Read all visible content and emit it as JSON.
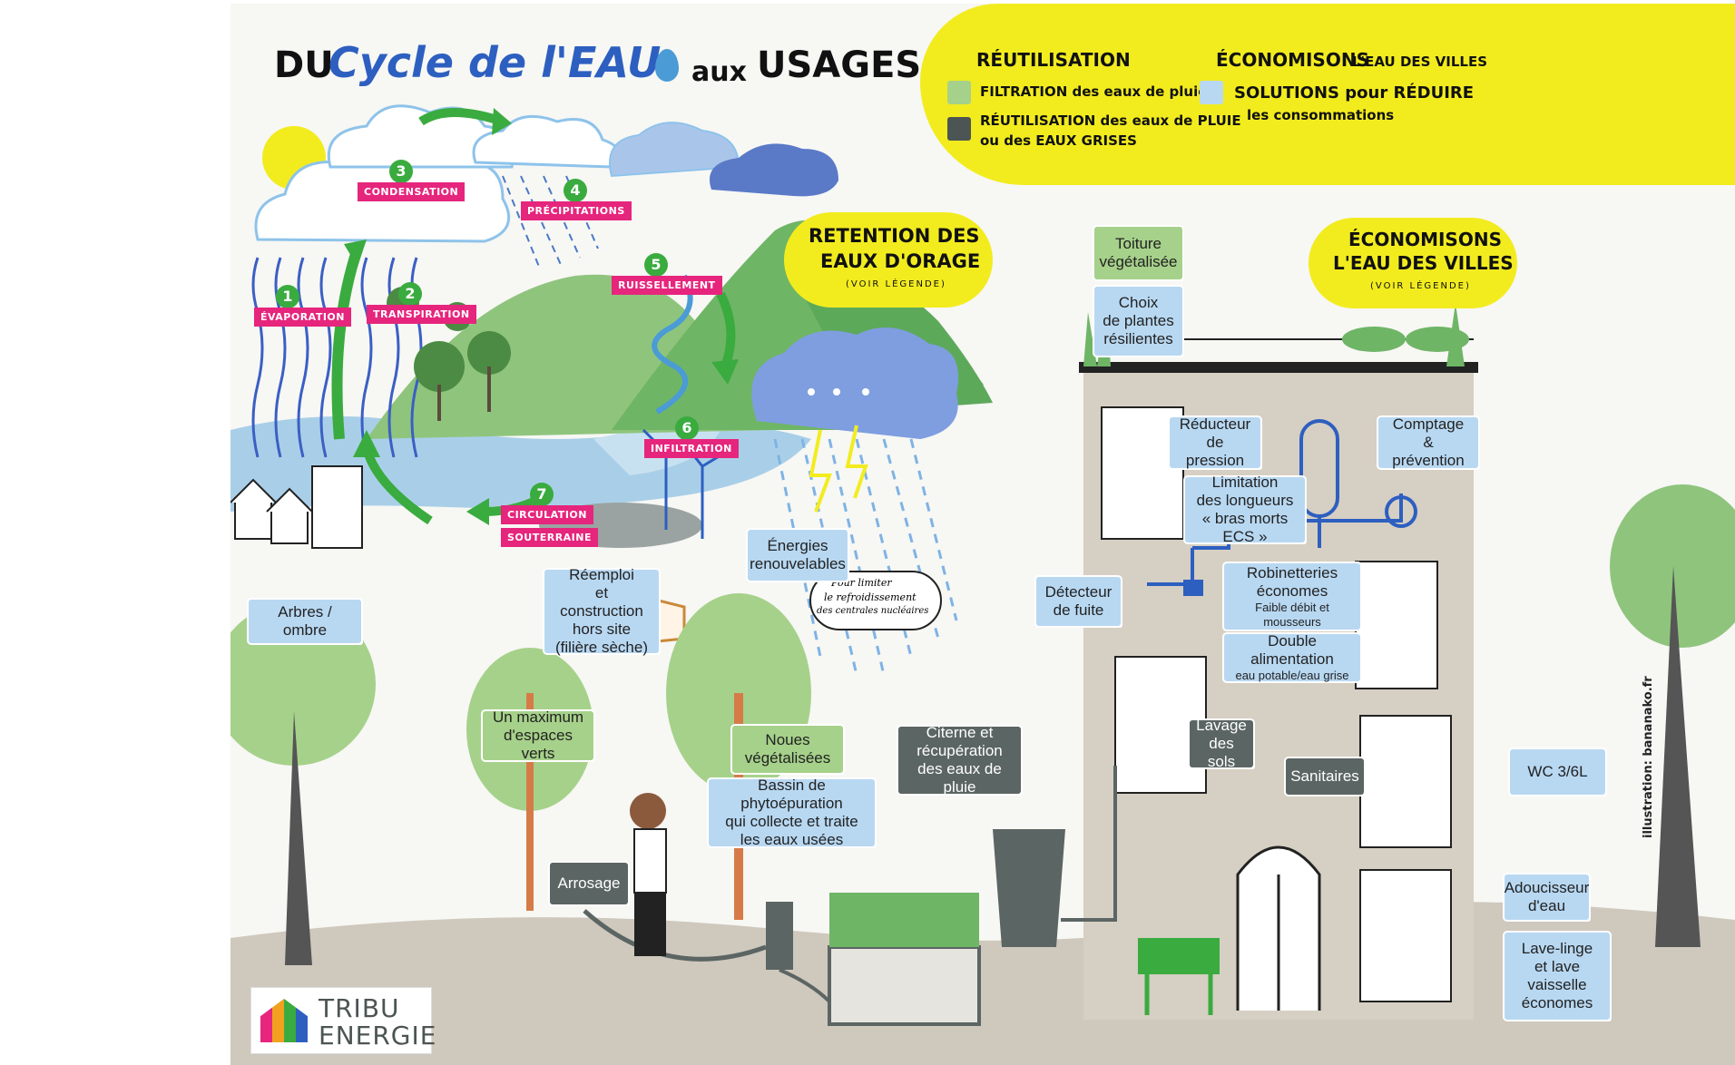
{
  "title": {
    "part1": "DU",
    "part2": "Cycle de l'EAU",
    "part3": "aux",
    "part4": "USAGES BÂTIMENT"
  },
  "legend": {
    "reutilisation": {
      "heading": "RÉUTILISATION",
      "item1": "FILTRATION des eaux de pluie",
      "item2_line1": "RÉUTILISATION des eaux de PLUIE",
      "item2_line2": "ou des EAUX GRISES"
    },
    "economisons": {
      "heading_bold": "ÉCONOMISONS",
      "heading_rest": "L'EAU DES VILLES",
      "item1_line1": "SOLUTIONS pour RÉDUIRE",
      "item1_line2": "les consommations"
    },
    "colors": {
      "green": "#a6d18a",
      "dark": "#4c5553",
      "blue": "#b8d8f2",
      "yellow": "#f2ec1f"
    }
  },
  "cycle_steps": [
    {
      "number": "1",
      "label": "ÉVAPORATION"
    },
    {
      "number": "2",
      "label": "TRANSPIRATION"
    },
    {
      "number": "3",
      "label": "CONDENSATION"
    },
    {
      "number": "4",
      "label": "PRÉCIPITATIONS"
    },
    {
      "number": "5",
      "label": "RUISSELLEMENT"
    },
    {
      "number": "6",
      "label": "INFILTRATION"
    },
    {
      "number": "7",
      "label_line1": "CIRCULATION",
      "label_line2": "SOUTERRAINE"
    }
  ],
  "bubbles": {
    "retention": {
      "line1": "RETENTION DES",
      "line2": "EAUX D'ORAGE",
      "note": "(VOIR LÉGENDE)"
    },
    "economisons": {
      "line1": "ÉCONOMISONS",
      "line2": "L'EAU DES VILLES",
      "note": "(VOIR LÉGENDE)"
    },
    "nuclear": {
      "line1": "Pour limiter",
      "line2": "le refroidissement",
      "line3": "des centrales nucléaires"
    }
  },
  "labels": {
    "toiture": {
      "line1": "Toiture",
      "line2": "végétalisée"
    },
    "plantes": {
      "line1": "Choix",
      "line2": "de plantes",
      "line3": "résilientes"
    },
    "reducteur": {
      "line1": "Réducteur",
      "line2": "de pression"
    },
    "comptage": {
      "line1": "Comptage",
      "line2": "& prévention"
    },
    "limitation": {
      "line1": "Limitation",
      "line2": "des longueurs",
      "line3": "« bras morts ECS »"
    },
    "detecteur": {
      "line1": "Détecteur",
      "line2": "de fuite"
    },
    "robinetteries": {
      "line1": "Robinetteries",
      "line2": "économes",
      "small": "Faible débit et mousseurs"
    },
    "double": {
      "line1": "Double alimentation",
      "small": "eau potable/eau grise"
    },
    "lavage": {
      "line1": "Lavage",
      "line2": "des sols"
    },
    "sanitaires": {
      "line1": "Sanitaires"
    },
    "wc": {
      "line1": "WC 3/6L"
    },
    "adoucisseur": {
      "line1": "Adoucisseur",
      "line2": "d'eau"
    },
    "lavelinge": {
      "line1": "Lave-linge",
      "line2": "et lave vaisselle",
      "line3": "économes"
    },
    "citerne": {
      "line1": "Citerne et",
      "line2": "récupération",
      "line3": "des eaux de pluie"
    },
    "energies": {
      "line1": "Énergies",
      "line2": "renouvelables"
    },
    "reemploi": {
      "line1": "Réemploi",
      "line2": "et construction",
      "line3": "hors site",
      "line4": "(filière sèche)"
    },
    "arbres": {
      "line1": "Arbres / ombre"
    },
    "espaces": {
      "line1": "Un maximum",
      "line2": "d'espaces verts"
    },
    "noues": {
      "line1": "Noues",
      "line2": "végétalisées"
    },
    "bassin": {
      "line1": "Bassin de phytoépuration",
      "line2": "qui collecte et traite",
      "line3": "les eaux usées"
    },
    "arrosage": {
      "line1": "Arrosage"
    }
  },
  "logo": {
    "line1": "TRIBU",
    "line2": "ENERGIE"
  },
  "credit": "illustration: bananako.fr"
}
